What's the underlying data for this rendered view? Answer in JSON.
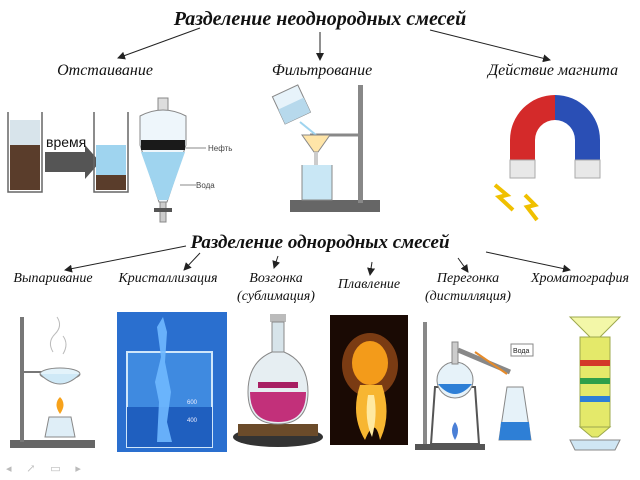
{
  "title_heterogeneous": "Разделение неоднородных смесей",
  "title_homogeneous": "Разделение однородных смесей",
  "heterogeneous_methods": {
    "settling": "Отстаивание",
    "filtering": "Фильтрование",
    "magnet": "Действие магнита"
  },
  "settling_labels": {
    "time": "время",
    "oil": "Нефть",
    "water": "Вода"
  },
  "homogeneous_methods": {
    "evaporation": "Выпаривание",
    "crystallization": "Кристаллизация",
    "sublimation_line1": "Возгонка",
    "sublimation_line2": "(сублимация)",
    "melting": "Плавление",
    "distillation_line1": "Перегонка",
    "distillation_line2": "(дистилляция)",
    "chromatography": "Хроматография"
  },
  "distillation_label": "Вода",
  "colors": {
    "water": "#8fd3ef",
    "blue_solution": "#2e7fd6",
    "oil": "#1a1a1a",
    "magnet_red": "#d42a2a",
    "magnet_blue": "#2a4fb5",
    "flame": "#f7a21b",
    "sublimation_pink": "#c2307a"
  }
}
